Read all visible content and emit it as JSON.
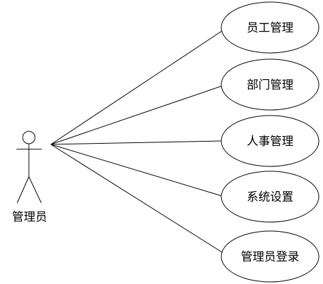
{
  "diagram": {
    "actor": {
      "label": "管理员"
    },
    "use_cases": [
      {
        "label": "员工管理"
      },
      {
        "label": "部门管理"
      },
      {
        "label": "人事管理"
      },
      {
        "label": "系统设置"
      },
      {
        "label": "管理员登录"
      }
    ],
    "colors": {
      "stroke": "#000000",
      "background": "#ffffff"
    }
  }
}
